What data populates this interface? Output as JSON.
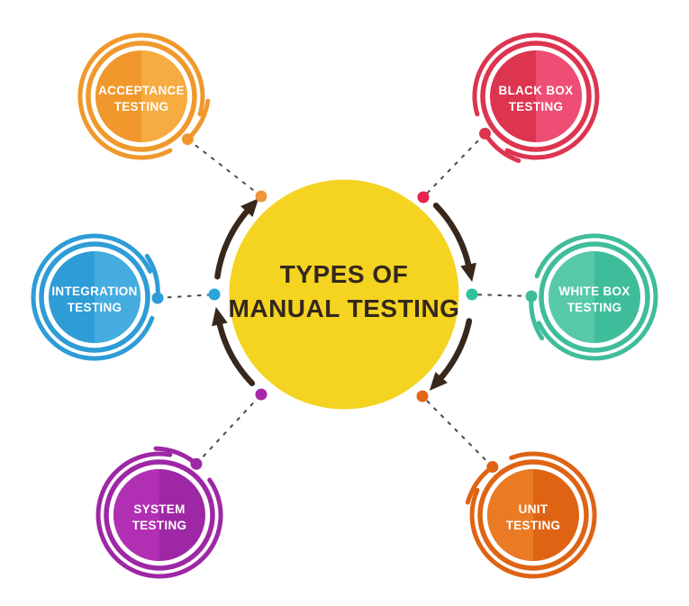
{
  "title": {
    "line1": "TYPES OF",
    "line2": "MANUAL TESTING"
  },
  "center": {
    "fill": "#F4D321",
    "text_color": "#33271D"
  },
  "arrows": {
    "color": "#38281C",
    "direction": "clockwise"
  },
  "connectors": {
    "line_color": "#4A4A4A",
    "style": "dashed"
  },
  "nodes": [
    {
      "id": "acceptance-testing",
      "line1": "ACCEPTANCE",
      "line2": "TESTING",
      "color": "#F0982C",
      "color_light": "#F6AC40",
      "dot_color": "#F0953B"
    },
    {
      "id": "black-box-testing",
      "line1": "BLACK BOX",
      "line2": "TESTING",
      "color": "#DD3450",
      "color_light": "#EF4E74",
      "dot_color": "#E6244B"
    },
    {
      "id": "integration-testing",
      "line1": "INTEGRATION",
      "line2": "TESTING",
      "color": "#2E9CD6",
      "color_light": "#45ACDF",
      "dot_color": "#29A4DC"
    },
    {
      "id": "white-box-testing",
      "line1": "WHITE BOX",
      "line2": "TESTING",
      "color": "#3FBD9A",
      "color_light": "#58C9A8",
      "dot_color": "#2EC39C"
    },
    {
      "id": "system-testing",
      "line1": "SYSTEM",
      "line2": "TESTING",
      "color": "#9E27A5",
      "color_light": "#B12FB3",
      "dot_color": "#A828AC"
    },
    {
      "id": "unit-testing",
      "line1": "UNIT",
      "line2": "TESTING",
      "color": "#DE6414",
      "color_light": "#EA7B24",
      "dot_color": "#E2661A"
    }
  ]
}
